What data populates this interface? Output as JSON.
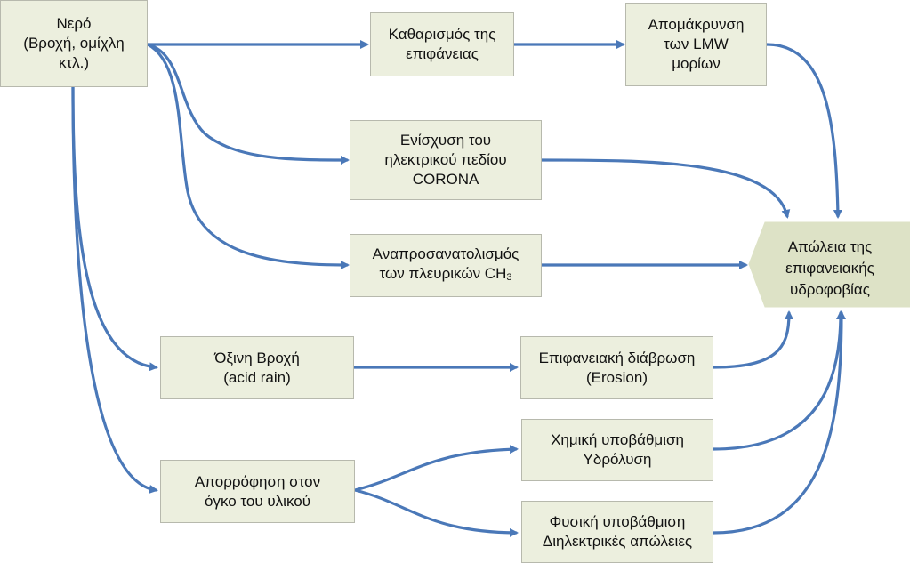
{
  "colors": {
    "box_fill": "#ecefde",
    "box_border": "#b7b9ad",
    "result_fill": "#dde2c6",
    "arrow": "#4a78b8"
  },
  "nodes": {
    "water": {
      "line1": "Νερό",
      "line2": "(Βροχή, ομίχλη",
      "line3": "κτλ.)"
    },
    "surface_cleaning": {
      "line1": "Καθαρισμός της",
      "line2": "επιφάνειας"
    },
    "lmw_removal": {
      "line1": "Απομάκρυνση",
      "line2": "των LMW",
      "line3": "μορίων"
    },
    "corona": {
      "line1": "Ενίσχυση του",
      "line2": "ηλεκτρικού πεδίου",
      "line3": "CORONA"
    },
    "reorientation": {
      "line1": "Αναπροσανατολισμός",
      "line2_text": "των πλευρικών CH",
      "line2_sub": "3"
    },
    "acid_rain": {
      "line1": "Όξινη Βροχή",
      "line2": "(acid rain)"
    },
    "erosion": {
      "line1": "Επιφανειακή διάβρωση",
      "line2": "(Erosion)"
    },
    "absorption": {
      "line1": "Απορρόφηση στον",
      "line2": "όγκο του υλικού"
    },
    "chemical": {
      "line1": "Χημική υποβάθμιση",
      "line2": "Υδρόλυση"
    },
    "physical": {
      "line1": "Φυσική υποβάθμιση",
      "line2": "Διηλεκτρικές απώλειες"
    },
    "result": {
      "line1": "Απώλεια της",
      "line2": "επιφανειακής",
      "line3": "υδροφοβίας"
    }
  }
}
